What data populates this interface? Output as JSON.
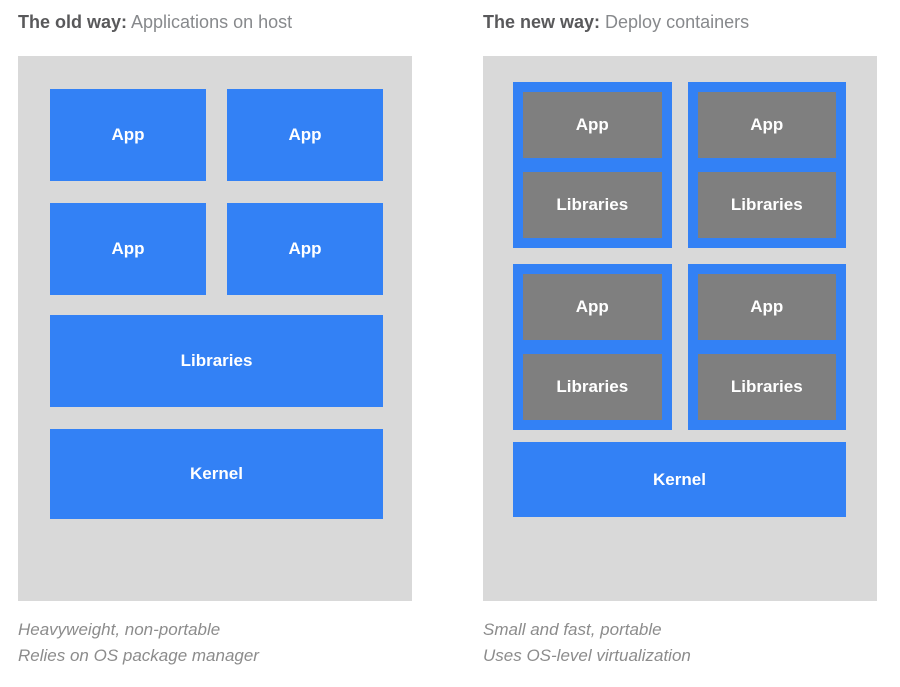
{
  "old": {
    "title_bold": "The old way:",
    "title_rest": " Applications on host",
    "apps": [
      "App",
      "App",
      "App",
      "App"
    ],
    "libraries_label": "Libraries",
    "kernel_label": "Kernel",
    "caption_line1": "Heavyweight, non-portable",
    "caption_line2": "Relies on OS package manager"
  },
  "new": {
    "title_bold": "The new way:",
    "title_rest": " Deploy containers",
    "containers": [
      {
        "app": "App",
        "libraries": "Libraries"
      },
      {
        "app": "App",
        "libraries": "Libraries"
      },
      {
        "app": "App",
        "libraries": "Libraries"
      },
      {
        "app": "App",
        "libraries": "Libraries"
      }
    ],
    "kernel_label": "Kernel",
    "caption_line1": "Small and fast, portable",
    "caption_line2": "Uses OS-level virtualization"
  },
  "colors": {
    "blue": "#3381f5",
    "panel_gray": "#d9d9d9",
    "inner_gray": "#7f7f7f",
    "title_bold_color": "#59595b",
    "title_light_color": "#87898c",
    "caption_color": "#8c8c8c",
    "box_text_color": "#ffffff"
  }
}
